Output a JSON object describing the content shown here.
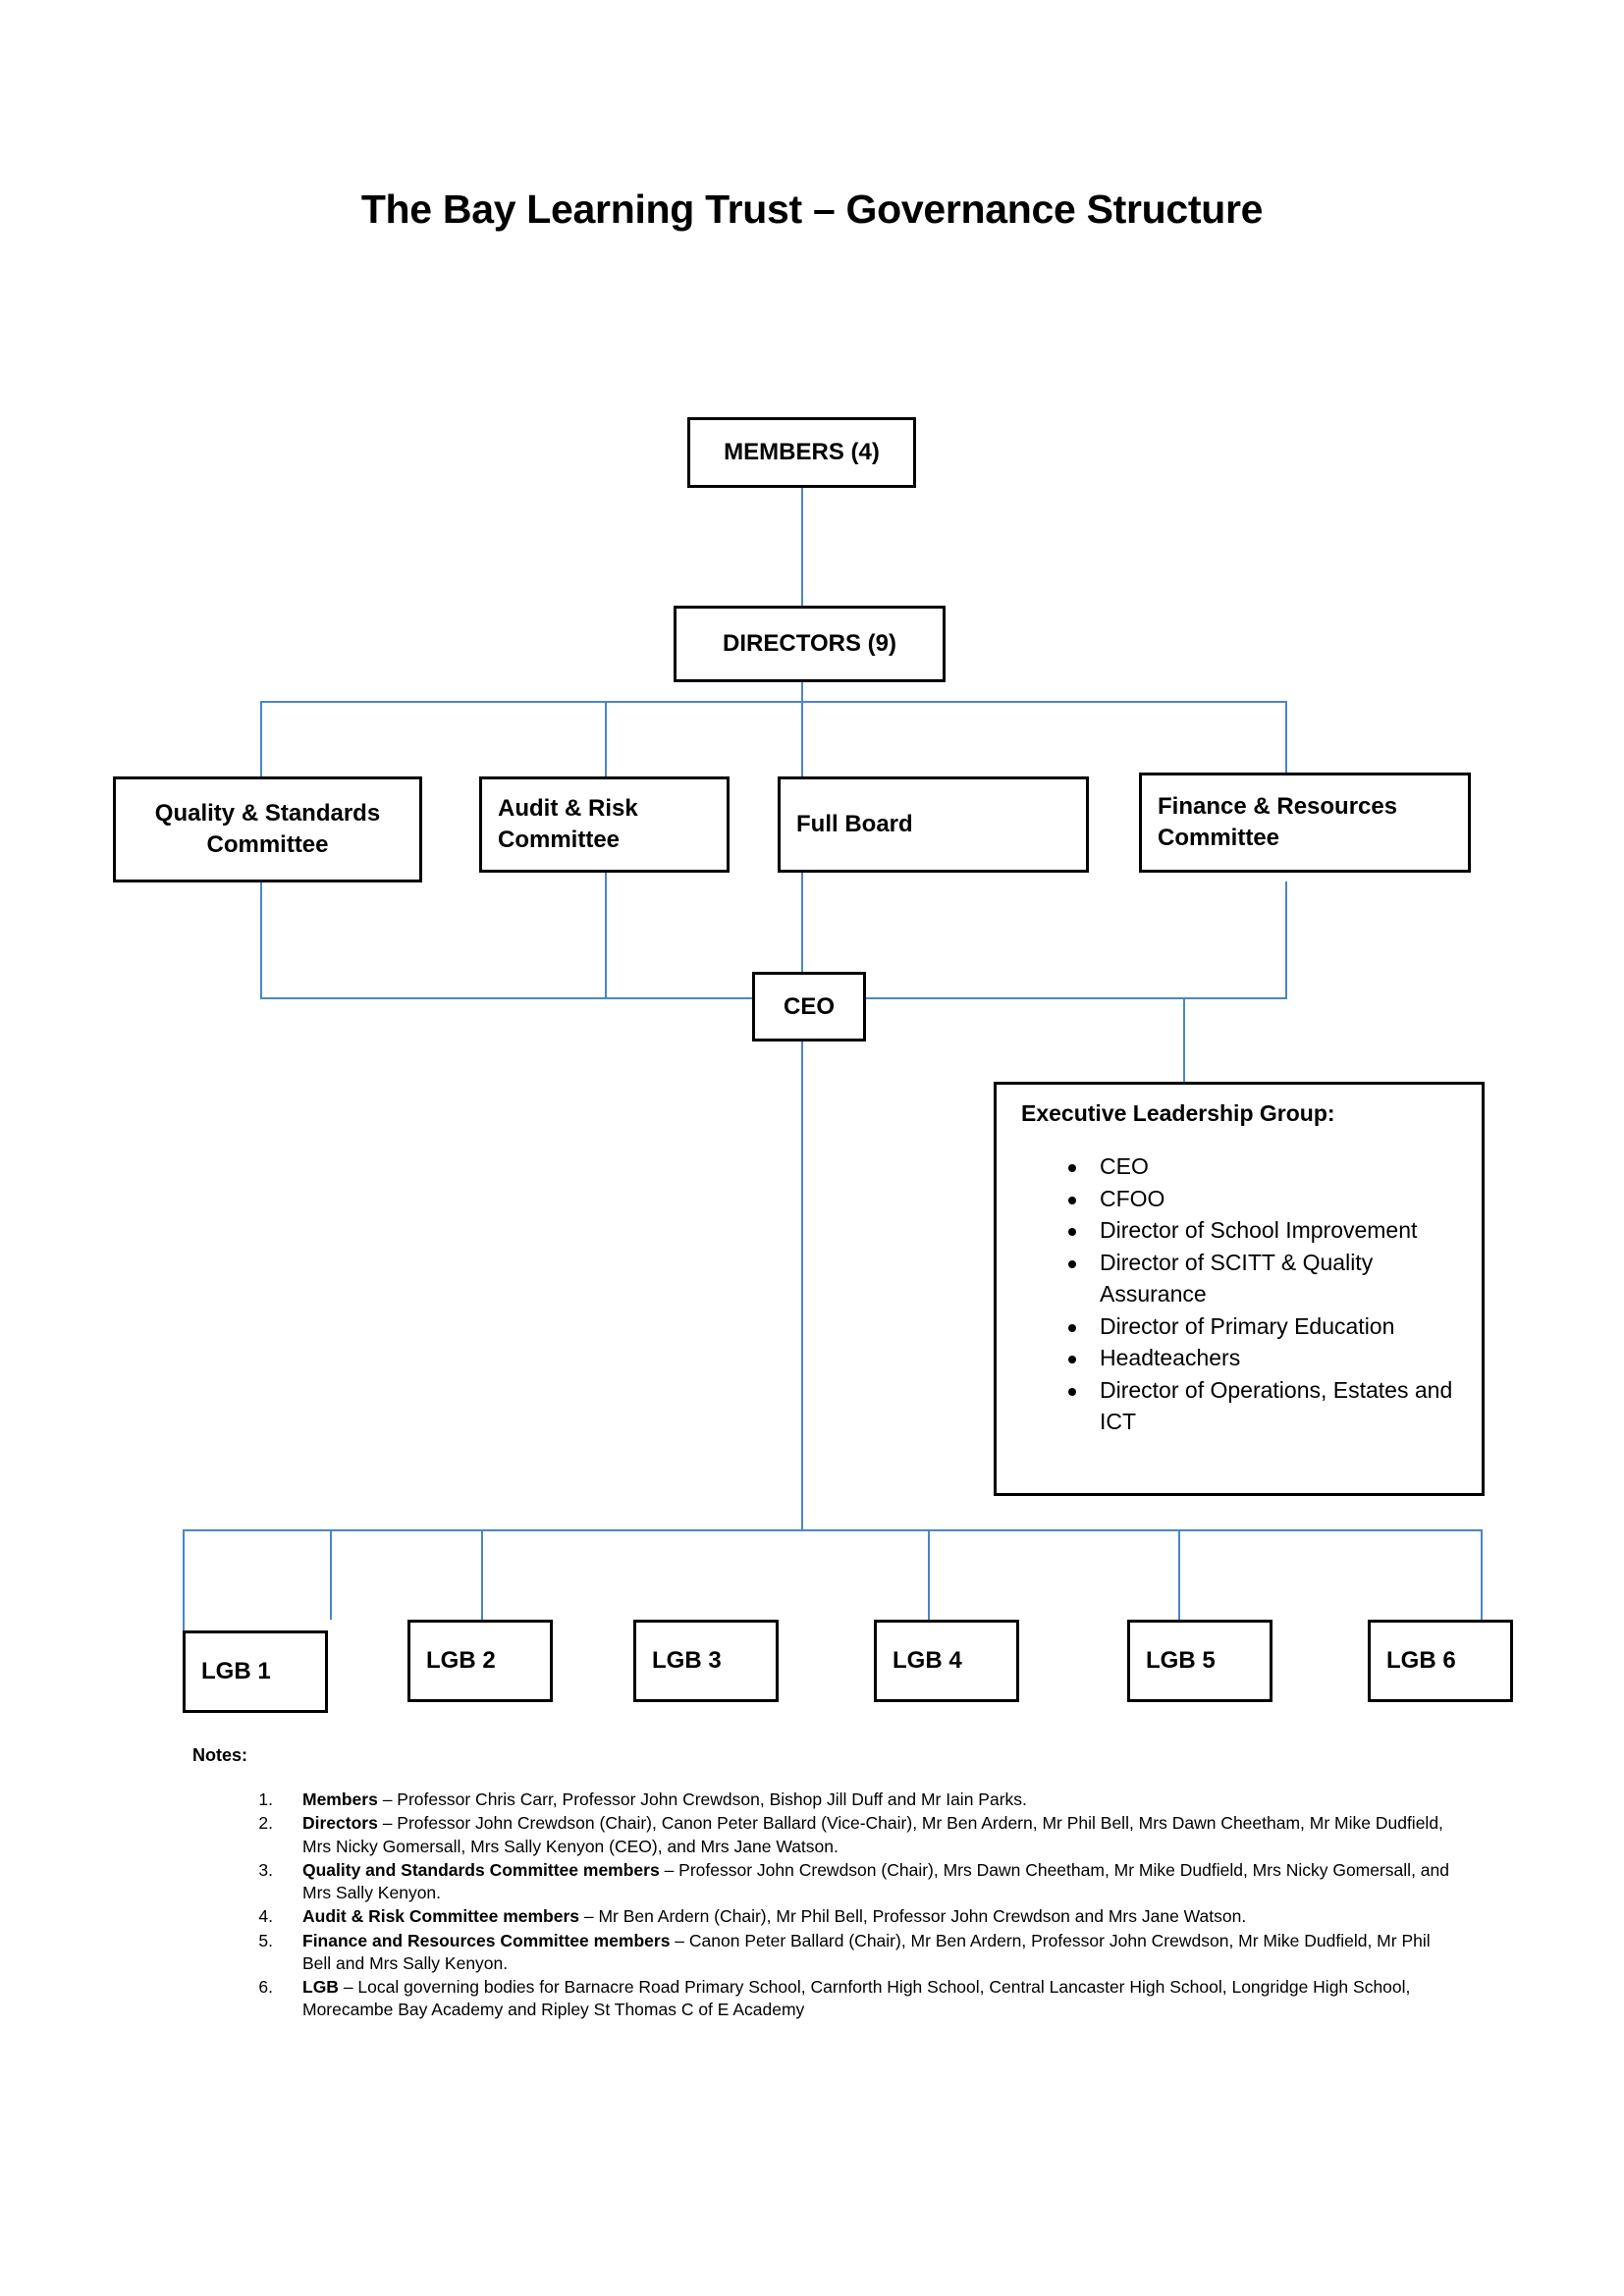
{
  "title": "The Bay Learning Trust – Governance Structure",
  "nodes": {
    "members": "MEMBERS (4)",
    "directors": "DIRECTORS (9)",
    "quality_standards": "Quality & Standards Committee",
    "audit_risk": "Audit & Risk Committee",
    "full_board": "Full Board",
    "finance_resources": "Finance & Resources Committee",
    "ceo": "CEO"
  },
  "lgbs": [
    {
      "label": "LGB 1"
    },
    {
      "label": "LGB 2"
    },
    {
      "label": "LGB 3"
    },
    {
      "label": "LGB 4"
    },
    {
      "label": "LGB 5"
    },
    {
      "label": "LGB 6"
    }
  ],
  "executive_leadership_group": {
    "title": "Executive Leadership Group:",
    "items": [
      "CEO",
      "CFOO",
      "Director of School Improvement",
      "Director of SCITT & Quality Assurance",
      "Director of Primary Education",
      "Headteachers",
      "Director of  Operations, Estates and ICT"
    ]
  },
  "notes": {
    "heading": "Notes:",
    "items": [
      {
        "number": "1.",
        "lead": "Members",
        "text": " – Professor Chris Carr, Professor John Crewdson, Bishop Jill Duff and Mr Iain Parks."
      },
      {
        "number": "2.",
        "lead": "Directors",
        "text": " – Professor John Crewdson (Chair), Canon Peter Ballard (Vice-Chair), Mr Ben Ardern, Mr Phil Bell, Mrs Dawn Cheetham, Mr Mike Dudfield, Mrs Nicky Gomersall, Mrs Sally Kenyon (CEO), and Mrs Jane Watson."
      },
      {
        "number": "3.",
        "lead": "Quality and Standards Committee members",
        "text": " – Professor John Crewdson (Chair), Mrs Dawn Cheetham, Mr Mike Dudfield,  Mrs Nicky Gomersall, and Mrs Sally Kenyon."
      },
      {
        "number": "4.",
        "lead": "Audit & Risk Committee members",
        "text": " – Mr Ben Ardern (Chair), Mr Phil Bell, Professor John Crewdson and Mrs Jane Watson."
      },
      {
        "number": "5.",
        "lead": "Finance and Resources Committee members",
        "text": " – Canon Peter Ballard (Chair), Mr Ben Ardern, Professor John Crewdson, Mr Mike Dudfield, Mr Phil Bell and Mrs Sally Kenyon."
      },
      {
        "number": "6.",
        "lead": "LGB",
        "text": " – Local governing bodies for Barnacre Road Primary School, Carnforth High School, Central Lancaster High School, Longridge High School, Morecambe Bay Academy and Ripley St Thomas C of E Academy"
      }
    ]
  },
  "colors": {
    "connector": "#4a86c8",
    "box_border": "#000000",
    "text": "#000000",
    "background": "#ffffff"
  }
}
